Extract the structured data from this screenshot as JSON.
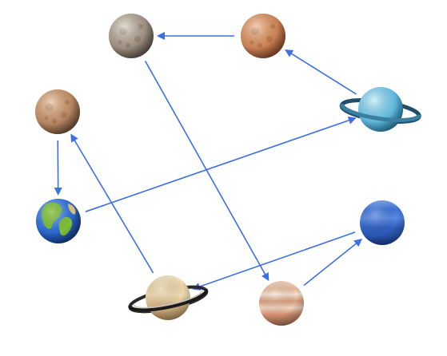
{
  "diagram": {
    "planets": [
      {
        "id": "mercury",
        "kind": "rocky"
      },
      {
        "id": "venus",
        "kind": "rocky"
      },
      {
        "id": "uranus",
        "kind": "ringed"
      },
      {
        "id": "mars",
        "kind": "rocky"
      },
      {
        "id": "earth",
        "kind": "earth"
      },
      {
        "id": "neptune",
        "kind": "gas"
      },
      {
        "id": "saturn",
        "kind": "ringed"
      },
      {
        "id": "jupiter",
        "kind": "gas"
      }
    ],
    "arrows": [
      {
        "from": "venus",
        "to": "mercury"
      },
      {
        "from": "uranus",
        "to": "venus"
      },
      {
        "from": "mars",
        "to": "earth"
      },
      {
        "from": "earth",
        "to": "uranus"
      },
      {
        "from": "saturn",
        "to": "mars"
      },
      {
        "from": "mercury",
        "to": "jupiter"
      },
      {
        "from": "neptune",
        "to": "saturn"
      },
      {
        "from": "jupiter",
        "to": "neptune"
      }
    ],
    "colors": {
      "arrow": "#3b6fe6",
      "mercury": "#a8998a",
      "venus": "#d48a5c",
      "mars": "#c4906a",
      "earth_ocean": "#2f6fd6",
      "earth_land": "#7fbf3a",
      "uranus": "#6cc4e6",
      "neptune": "#3e73d6",
      "saturn": "#e8d2a6",
      "jupiter": "#e6b899"
    }
  }
}
